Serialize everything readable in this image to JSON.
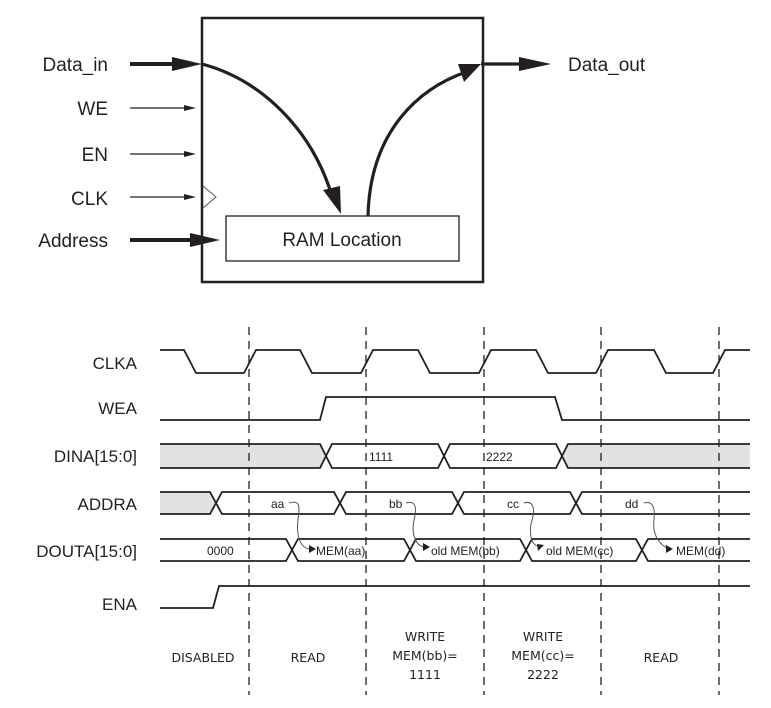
{
  "block_diagram": {
    "inputs": [
      {
        "label": "Data_in",
        "kind": "bus"
      },
      {
        "label": "WE",
        "kind": "single"
      },
      {
        "label": "EN",
        "kind": "single"
      },
      {
        "label": "CLK",
        "kind": "clock"
      },
      {
        "label": "Address",
        "kind": "bus"
      }
    ],
    "output": {
      "label": "Data_out",
      "kind": "bus"
    },
    "inner_block": {
      "label": "RAM Location"
    }
  },
  "timing": {
    "signals": [
      {
        "name": "CLKA"
      },
      {
        "name": "WEA"
      },
      {
        "name": "DINA[15:0]"
      },
      {
        "name": "ADDRA"
      },
      {
        "name": "DOUTA[15:0]"
      },
      {
        "name": "ENA"
      }
    ],
    "dina_values": [
      "1111",
      "2222"
    ],
    "addra_values": [
      "aa",
      "bb",
      "cc",
      "dd"
    ],
    "douta_values": [
      "0000",
      "MEM(aa)",
      "old MEM(bb)",
      "old MEM(cc)",
      "MEM(dd)"
    ],
    "phases": [
      {
        "lines": [
          "DISABLED"
        ]
      },
      {
        "lines": [
          "READ"
        ]
      },
      {
        "lines": [
          "WRITE",
          "MEM(bb)=",
          "1111"
        ]
      },
      {
        "lines": [
          "WRITE",
          "MEM(cc)=",
          "2222"
        ]
      },
      {
        "lines": [
          "READ"
        ]
      }
    ]
  },
  "colors": {
    "line": "#231f20",
    "undefined_fill": "#e1e2e3",
    "text": "#231f20"
  }
}
